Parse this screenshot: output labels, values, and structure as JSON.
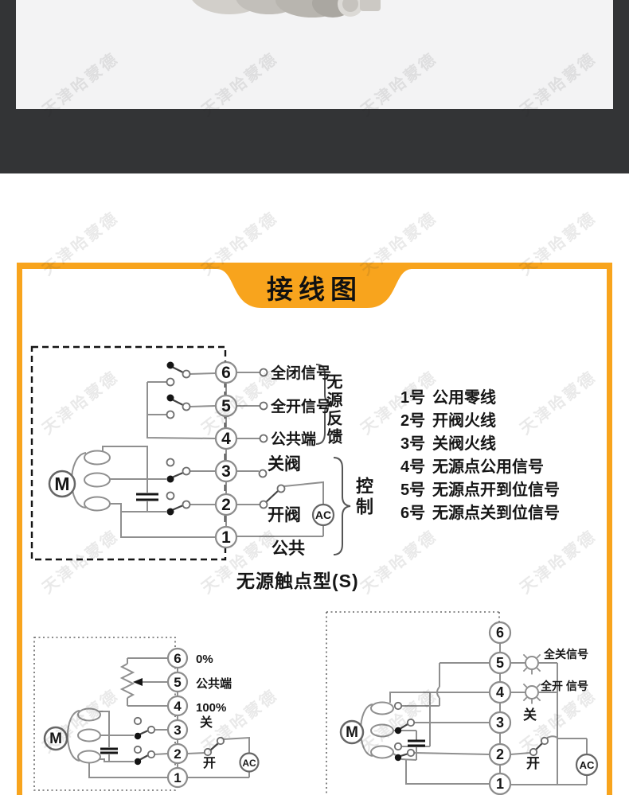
{
  "colors": {
    "accent": "#F8A41D",
    "dark_band": "#333436",
    "photo_bg": "#f3f3f4"
  },
  "watermark": {
    "text": "天津哈蒙德"
  },
  "banner": {
    "title": "接线图"
  },
  "top_diagram": {
    "terminals": [
      "6",
      "5",
      "4",
      "3",
      "2",
      "1"
    ],
    "motor_label": "M",
    "ac_label": "AC",
    "labels": {
      "t6": "全闭信号",
      "t5": "全开信号",
      "t4": "公共端",
      "t3": "关阀",
      "t2": "开阀",
      "t1": "公共"
    },
    "brace_feedback": "无源反馈",
    "brace_control": "控制",
    "caption": "无源触点型(S)"
  },
  "legend": {
    "items": [
      {
        "no": "1号",
        "desc": "公用零线"
      },
      {
        "no": "2号",
        "desc": "开阀火线"
      },
      {
        "no": "3号",
        "desc": "关阀火线"
      },
      {
        "no": "4号",
        "desc": "无源点公用信号"
      },
      {
        "no": "5号",
        "desc": "无源点开到位信号"
      },
      {
        "no": "6号",
        "desc": "无源点关到位信号"
      }
    ]
  },
  "bottom_left_diagram": {
    "terminals": [
      "6",
      "5",
      "4",
      "3",
      "2",
      "1"
    ],
    "motor_label": "M",
    "ac_label": "AC",
    "labels": {
      "t6": "0%",
      "t5": "公共端",
      "t4": "100%",
      "t3": "关",
      "t2": "开"
    }
  },
  "bottom_right_diagram": {
    "terminals": [
      "6",
      "5",
      "4",
      "3",
      "2",
      "1"
    ],
    "motor_label": "M",
    "ac_label": "AC",
    "labels": {
      "lamp_close": "全关信号",
      "lamp_open": "全开 信号",
      "t3": "关",
      "t2": "开"
    }
  }
}
